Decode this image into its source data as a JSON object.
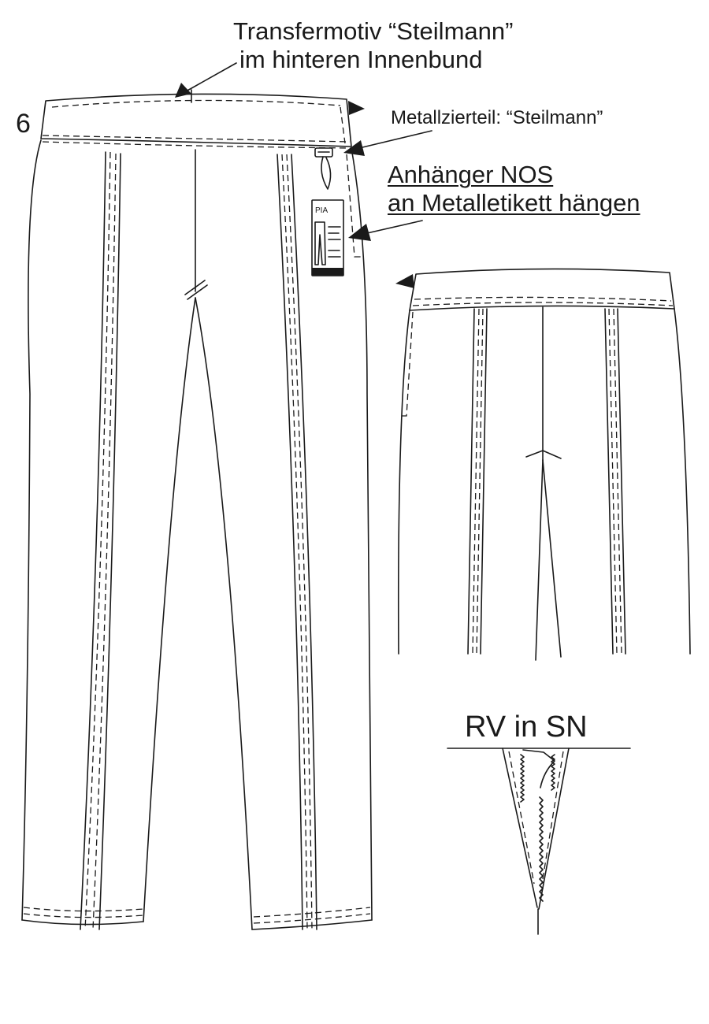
{
  "sheet": {
    "page_number": "6",
    "annotations": {
      "transfer_line1": "Transfermotiv “Steilmann”",
      "transfer_line2": "im hinteren Innenbund",
      "metal_part": "Metallzierteil: “Steilmann”",
      "hangtag_line1": "Anhänger NOS",
      "hangtag_line2": "an Metalletikett hängen",
      "zipper_detail": "RV in SN"
    },
    "hangtag": {
      "brand": "PIA"
    },
    "line_color": "#1a1a1a",
    "background": "#ffffff"
  }
}
